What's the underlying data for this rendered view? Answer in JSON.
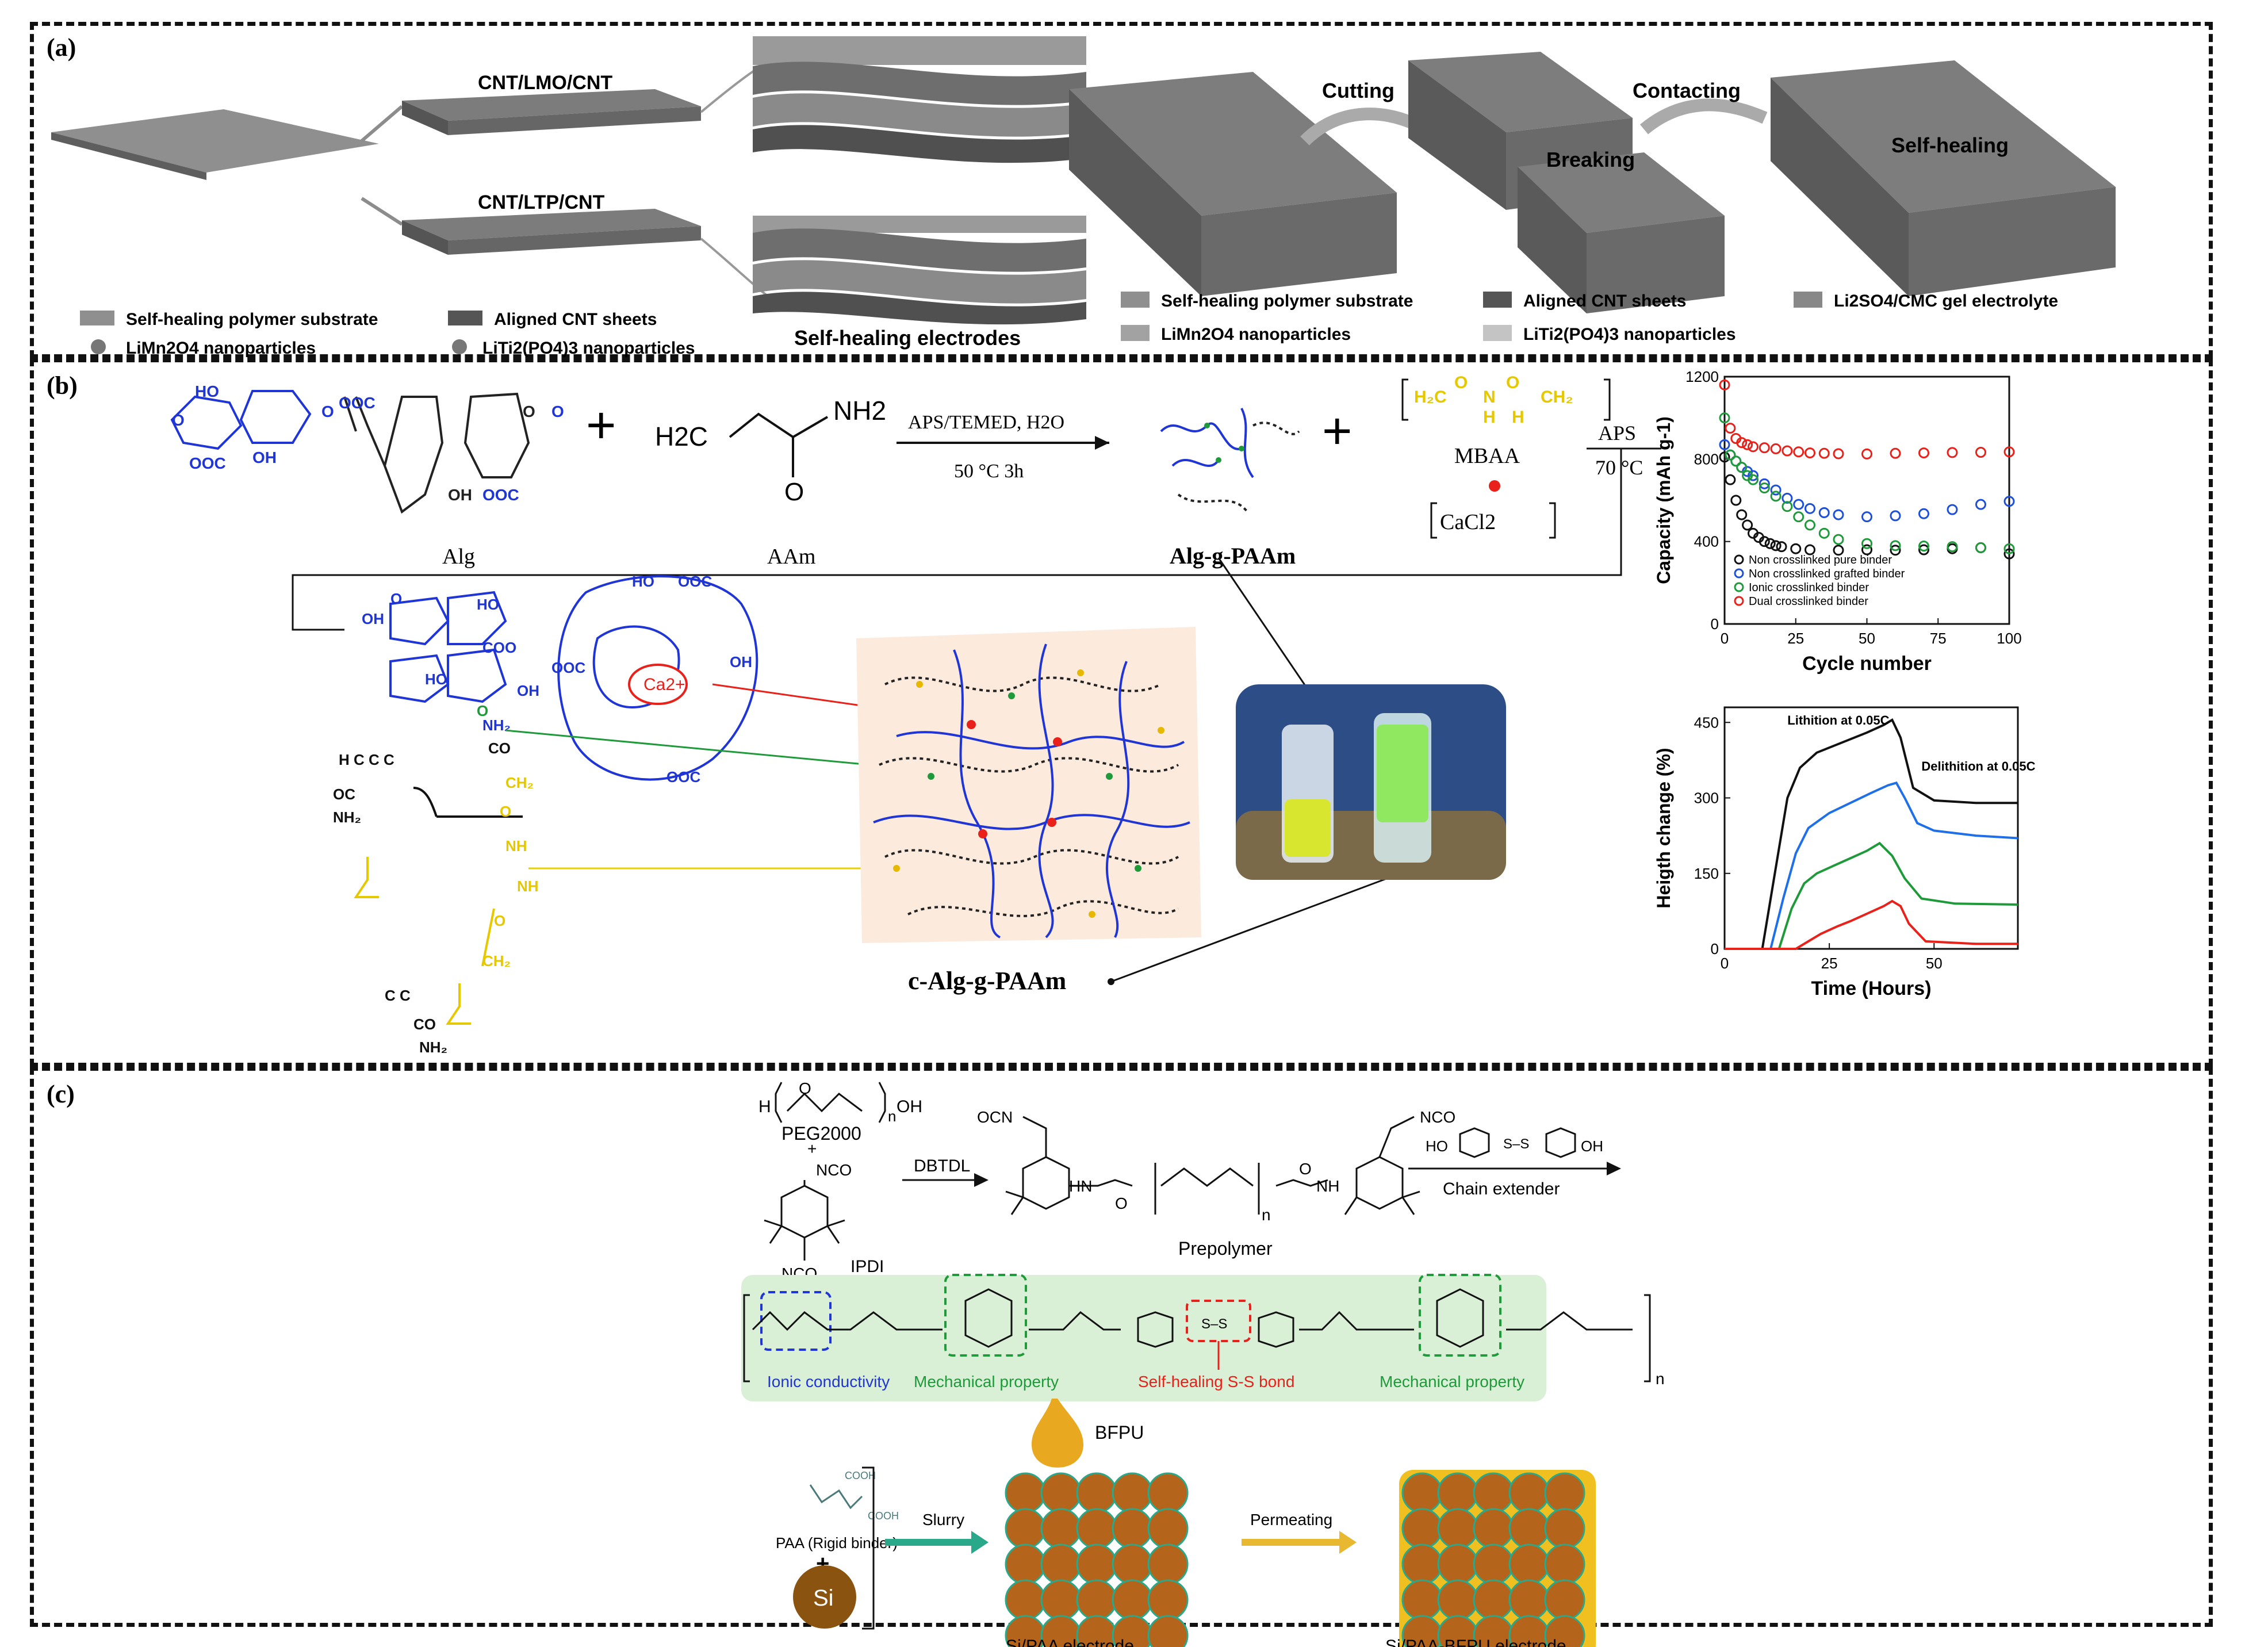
{
  "panel_a": {
    "label": "(a)",
    "cnt_lmo": "CNT/LMO/CNT",
    "cnt_ltp": "CNT/LTP/CNT",
    "self_healing_electrodes": "Self-healing electrodes",
    "cutting": "Cutting",
    "contacting": "Contacting",
    "breaking": "Breaking",
    "self_healing": "Self-healing",
    "legend_left": [
      "Self-healing polymer substrate",
      "Aligned CNT sheets",
      "LiMn2O4 nanoparticles",
      "LiTi2(PO4)3 nanoparticles"
    ],
    "legend_right": [
      "Self-healing polymer substrate",
      "Aligned CNT sheets",
      "Li2SO4/CMC gel electrolyte",
      "LiMn2O4 nanoparticles",
      "LiTi2(PO4)3 nanoparticles"
    ]
  },
  "panel_b": {
    "label": "(b)",
    "alg": "Alg",
    "aam": "AAm",
    "h2c": "H2C",
    "nh2": "NH2",
    "o": "O",
    "reaction_top": "APS/TEMED, H2O",
    "reaction_bottom": "50 °C    3h",
    "alg_g_paam": "Alg-g-PAAm",
    "mbaa": "MBAA",
    "cacl2": "CaCl2",
    "aps": "APS",
    "aps_temp": "70 °C",
    "ca": "Ca2+",
    "c_alg_g_paam": "c-Alg-g-PAAm"
  },
  "chart_data": [
    {
      "type": "scatter",
      "xlabel": "Cycle number",
      "ylabel": "Capacity (mAh g-1)",
      "xlim": [
        0,
        100
      ],
      "ylim": [
        0,
        1200
      ],
      "xticks": [
        0,
        25,
        50,
        75,
        100
      ],
      "yticks": [
        0,
        400,
        800,
        1200
      ],
      "legend_position": "bottom-left",
      "series": [
        {
          "name": "Non crosslinked pure binder",
          "color": "#111111",
          "x": [
            0,
            2,
            4,
            6,
            8,
            10,
            12,
            14,
            16,
            18,
            20,
            25,
            30,
            40,
            50,
            60,
            70,
            80,
            90,
            100
          ],
          "values": [
            810,
            700,
            600,
            530,
            480,
            440,
            420,
            400,
            390,
            380,
            375,
            365,
            360,
            358,
            360,
            358,
            360,
            365,
            370,
            340
          ]
        },
        {
          "name": "Non crosslinked grafted binder",
          "color": "#1e4fd8",
          "x": [
            0,
            2,
            4,
            6,
            8,
            10,
            14,
            18,
            22,
            26,
            30,
            35,
            40,
            50,
            60,
            70,
            80,
            90,
            100
          ],
          "values": [
            870,
            820,
            790,
            760,
            740,
            720,
            680,
            650,
            610,
            580,
            560,
            540,
            530,
            520,
            525,
            535,
            555,
            580,
            595
          ]
        },
        {
          "name": "Ionic crosslinked binder",
          "color": "#1f9a3a",
          "x": [
            0,
            2,
            4,
            6,
            8,
            10,
            14,
            18,
            22,
            26,
            30,
            35,
            40,
            50,
            60,
            70,
            80,
            90,
            100
          ],
          "values": [
            1000,
            820,
            790,
            760,
            720,
            700,
            660,
            620,
            570,
            520,
            480,
            440,
            410,
            390,
            380,
            378,
            375,
            370,
            365
          ]
        },
        {
          "name": "Dual crosslinked binder",
          "color": "#e8211a",
          "x": [
            0,
            2,
            4,
            6,
            8,
            10,
            14,
            18,
            22,
            26,
            30,
            35,
            40,
            50,
            60,
            70,
            80,
            90,
            100
          ],
          "values": [
            1160,
            950,
            900,
            880,
            870,
            860,
            855,
            850,
            840,
            835,
            830,
            828,
            826,
            825,
            828,
            830,
            832,
            833,
            835
          ]
        }
      ]
    },
    {
      "type": "line",
      "xlabel": "Time (Hours)",
      "ylabel": "Heigth change (%)",
      "xlim": [
        0,
        70
      ],
      "ylim": [
        0,
        480
      ],
      "xticks": [
        0,
        25,
        50
      ],
      "yticks": [
        0,
        150,
        300,
        450
      ],
      "annotations": [
        "Lithition at 0.05C",
        "Delithition at 0.05C"
      ],
      "series": [
        {
          "color": "#111111",
          "x": [
            0,
            9,
            12,
            15,
            18,
            22,
            28,
            34,
            38,
            40,
            42,
            45,
            50,
            60,
            70
          ],
          "values": [
            0,
            0,
            150,
            300,
            360,
            390,
            410,
            430,
            445,
            455,
            420,
            320,
            295,
            290,
            290
          ]
        },
        {
          "color": "#1e6fe8",
          "x": [
            0,
            11,
            14,
            17,
            20,
            25,
            30,
            35,
            39,
            41,
            43,
            46,
            50,
            60,
            70
          ],
          "values": [
            0,
            0,
            100,
            190,
            240,
            270,
            290,
            310,
            325,
            330,
            300,
            250,
            235,
            225,
            220
          ]
        },
        {
          "color": "#1f9a3a",
          "x": [
            0,
            13,
            16,
            19,
            22,
            26,
            30,
            34,
            37,
            40,
            43,
            47,
            55,
            70
          ],
          "values": [
            0,
            0,
            80,
            130,
            150,
            165,
            180,
            195,
            210,
            185,
            140,
            100,
            90,
            88
          ]
        },
        {
          "color": "#e8211a",
          "x": [
            0,
            17,
            20,
            23,
            27,
            30,
            34,
            38,
            40,
            42,
            44,
            48,
            60,
            70
          ],
          "values": [
            0,
            0,
            15,
            30,
            45,
            55,
            70,
            85,
            95,
            85,
            50,
            15,
            10,
            10
          ]
        }
      ]
    }
  ],
  "panel_c": {
    "label": "(c)",
    "peg": "PEG2000",
    "n": "n",
    "oh": "OH",
    "h": "H",
    "plus": "+",
    "nco": "NCO",
    "ipdi": "IPDI",
    "dbtdl": "DBTDL",
    "ocn": "OCN",
    "prepolymer": "Prepolymer",
    "chain_extender": "Chain extender",
    "ho": "HO",
    "ss": "S–S",
    "tags": [
      "Ionic conductivity",
      "Mechanical property",
      "Self-healing S-S bond",
      "Mechanical property"
    ],
    "bfpu": "BFPU",
    "paa": "PAA (Rigid binder)",
    "cooh": "COOH",
    "si": "Si",
    "slurry": "Slurry",
    "permeating": "Permeating",
    "si_paa": "Si/PAA electrode",
    "si_paa_bfpu": "Si/PAA-BFPU electrode"
  },
  "colors": {
    "blue": "#1f35d6",
    "yellow": "#e6d000",
    "green": "#1f9a3a",
    "red": "#e8211a",
    "panel_c_band": "#d9efd6",
    "particle": "#b5641c",
    "gel_bg": "#fcebdc"
  }
}
